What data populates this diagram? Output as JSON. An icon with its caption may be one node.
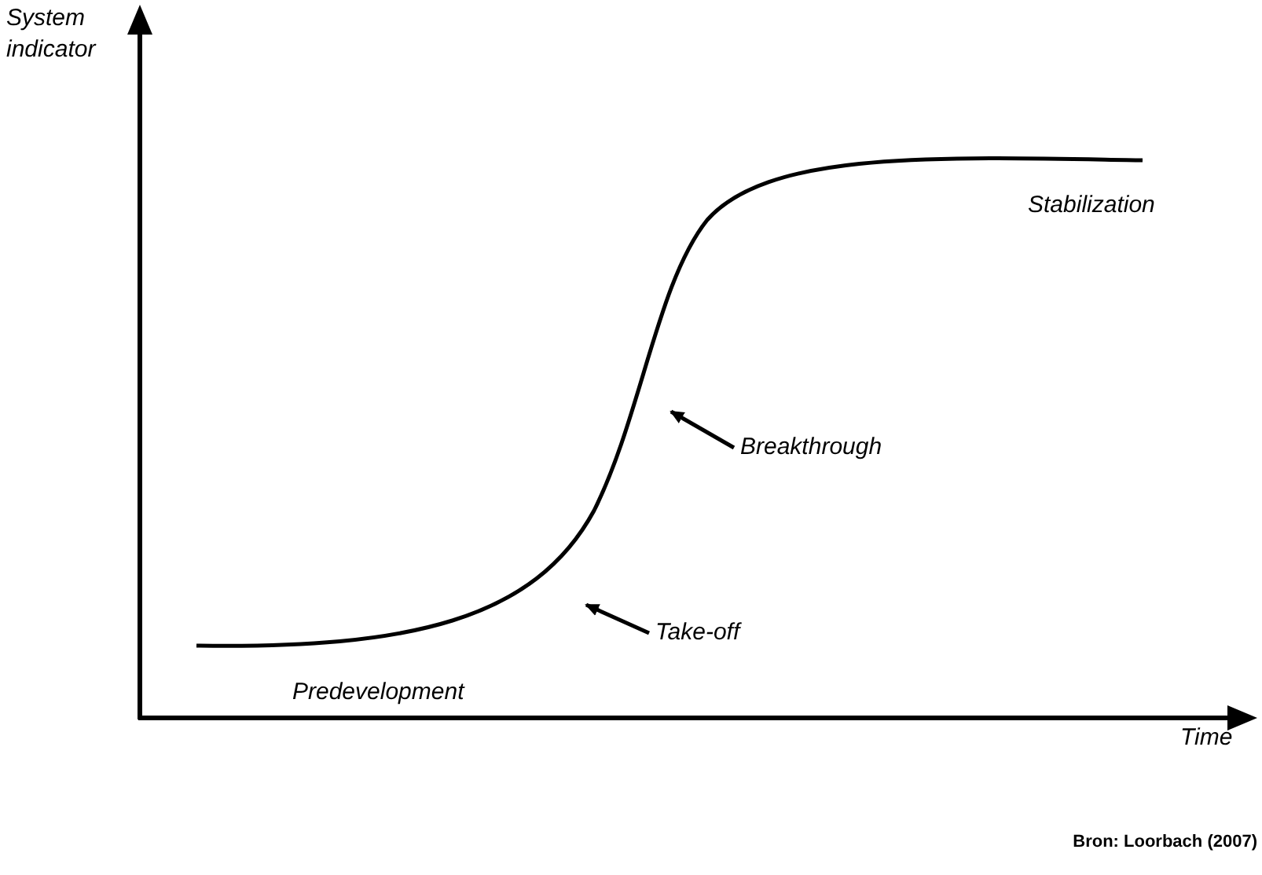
{
  "diagram": {
    "nodes": [
      {
        "text": [
          "Breakthrough"
        ]
      },
      {
        "text": [
          "Take-off"
        ]
      }
    ],
    "edges": [
      {
        "from": 0,
        "to": null,
        "arrow": "to"
      },
      {
        "from": 1,
        "to": null,
        "arrow": "to"
      }
    ],
    "labels": [
      "System indicator",
      "Stabilization",
      "Predevelopment",
      "Time",
      "Bron: Loorbach (2007)"
    ]
  }
}
